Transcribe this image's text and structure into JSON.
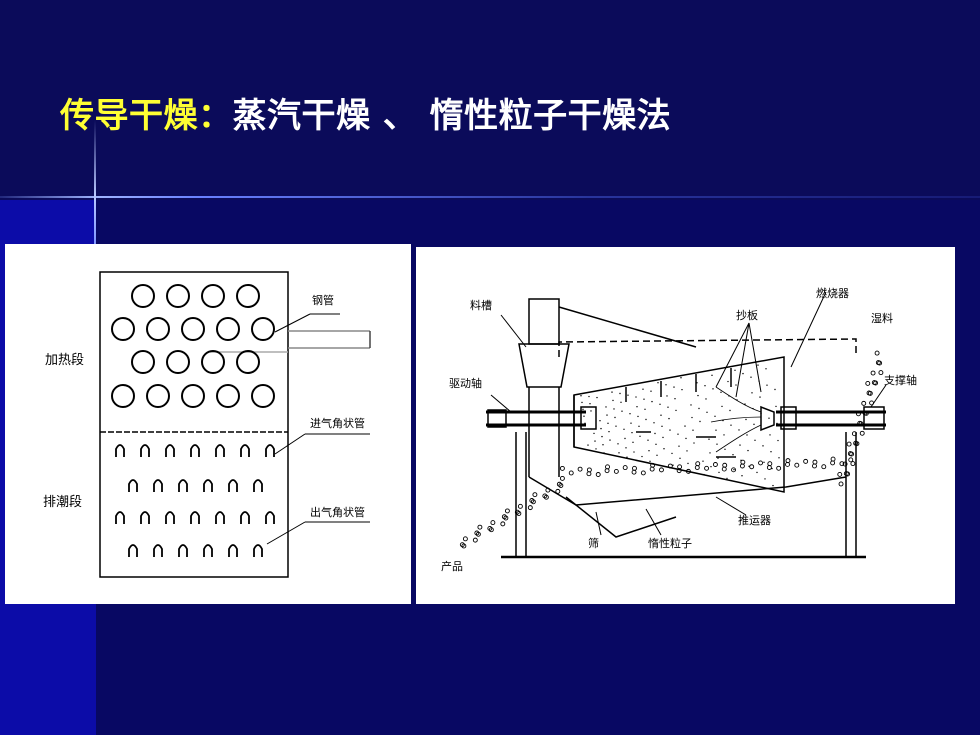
{
  "title": {
    "highlight": "传导干燥：",
    "rest": "蒸汽干燥 、 惰性粒子干燥法"
  },
  "left_diagram": {
    "labels": {
      "heating_section": "加热段",
      "exhaust_section": "排潮段",
      "steel_tube": "钢管",
      "inlet_angle_tube": "进气角状管",
      "outlet_angle_tube": "出气角状管"
    }
  },
  "right_diagram": {
    "labels": {
      "hopper": "料槽",
      "burner": "燃烧器",
      "lifter": "抄板",
      "wet_material": "湿料",
      "drive_shaft": "驱动轴",
      "support_shaft": "支撑轴",
      "conveyor": "推运器",
      "sieve": "筛",
      "inert_particles": "惰性粒子",
      "product": "产品"
    }
  },
  "colors": {
    "title_highlight": "#ffff33",
    "title_text": "#ffffff",
    "background": "#0a0a66"
  }
}
